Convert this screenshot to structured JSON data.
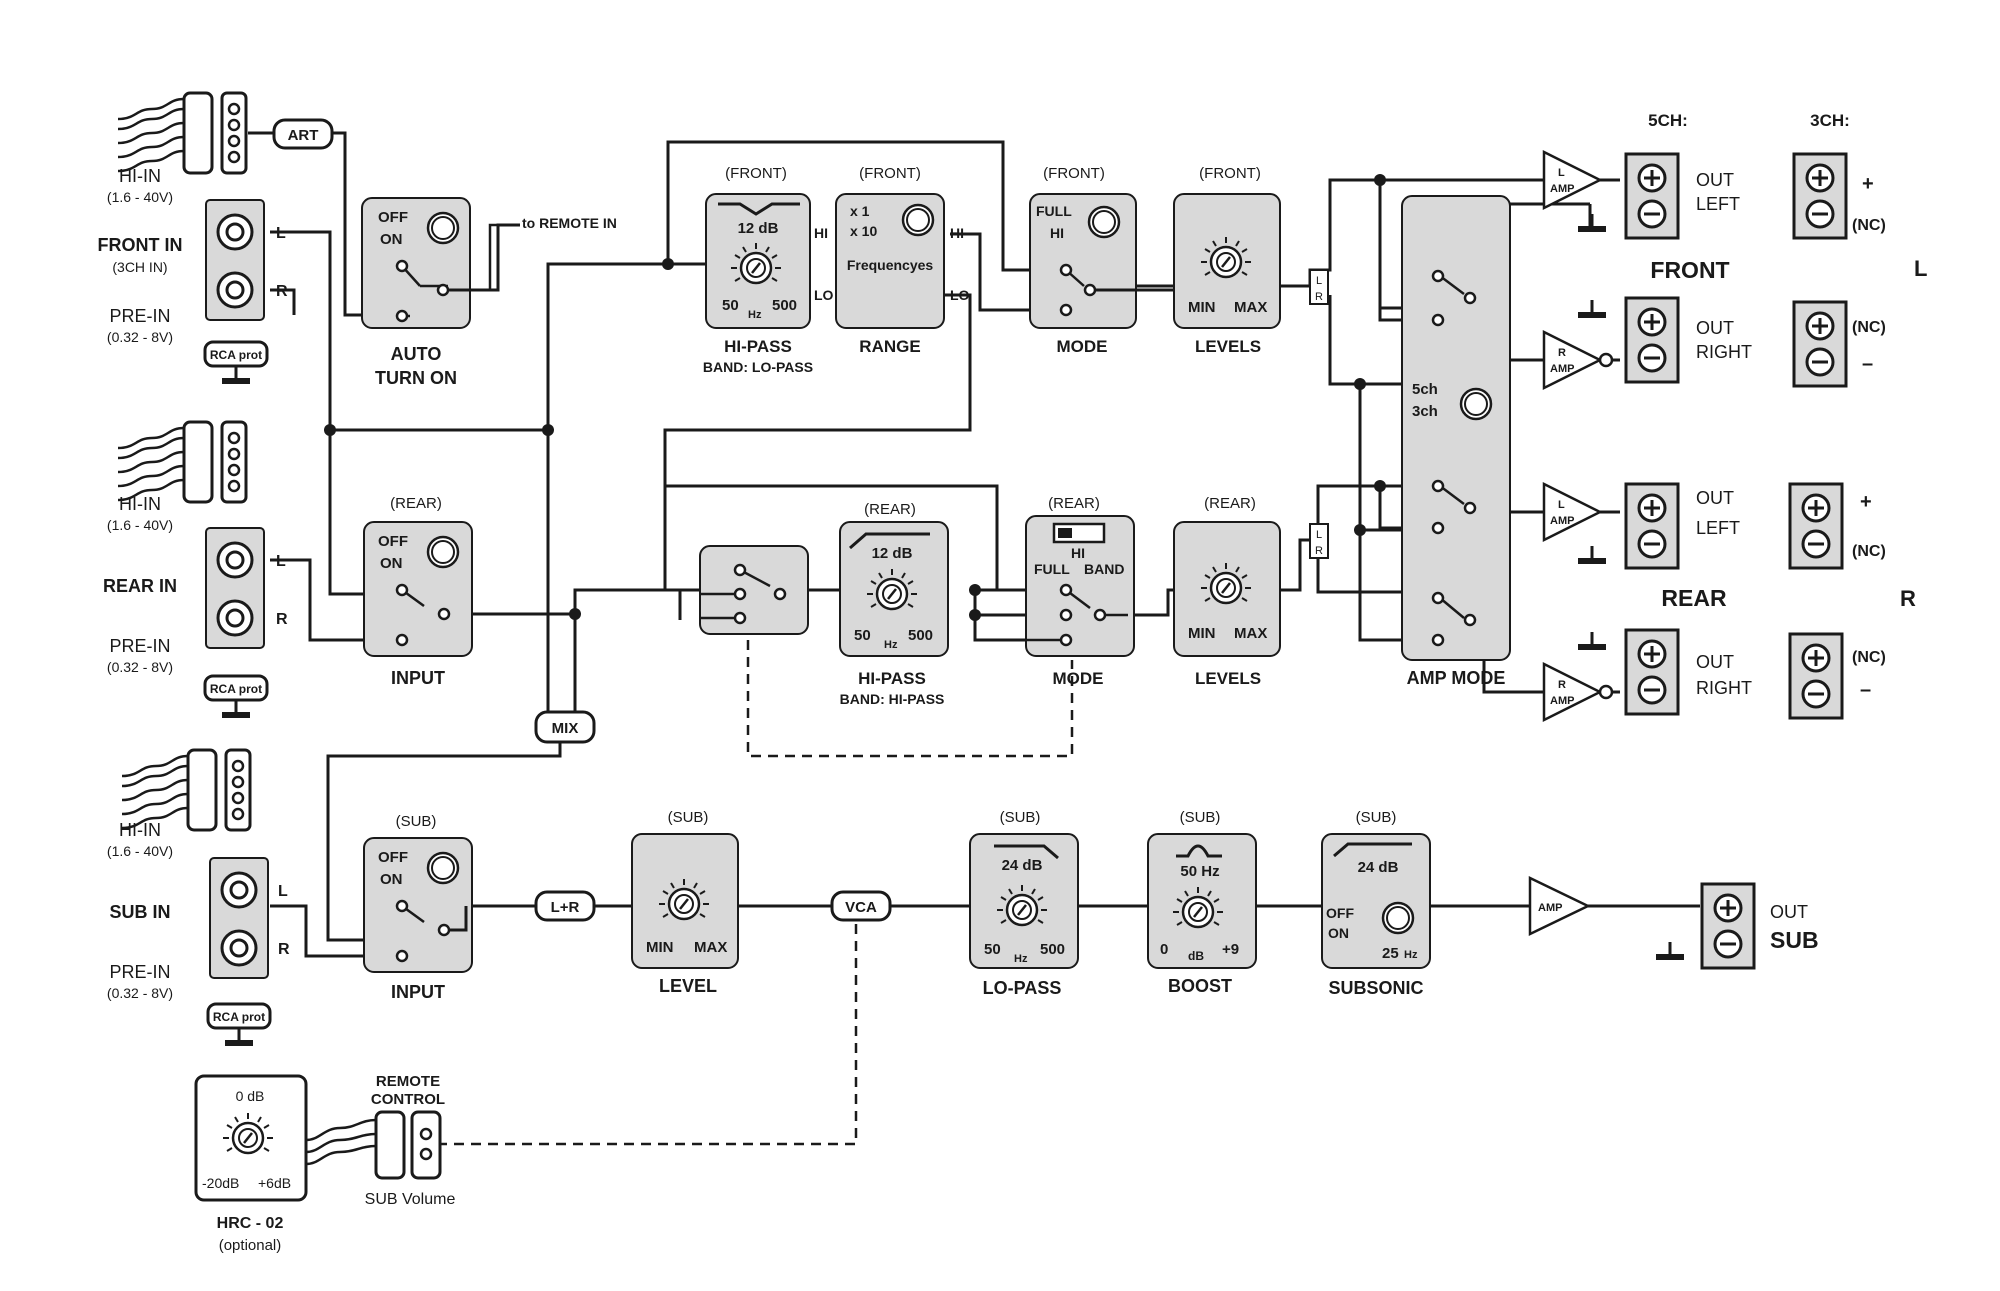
{
  "inputs": {
    "hi_in": "HI-IN",
    "hi_range": "(1.6 - 40V)",
    "pre_in": "PRE-IN",
    "pre_range": "(0.32 - 8V)",
    "rca_prot": "RCA prot",
    "left": "L",
    "right": "R",
    "front_in": "FRONT IN",
    "front_in_sub": "(3CH IN)",
    "rear_in": "REAR IN",
    "sub_in": "SUB IN"
  },
  "front": {
    "art": "ART",
    "to_remote_in": "to REMOTE IN",
    "auto_off": "OFF",
    "auto_on": "ON",
    "auto_turn_on_1": "AUTO",
    "auto_turn_on_2": "TURN ON",
    "tag": "(FRONT)",
    "hipass_db": "12 dB",
    "hz_low": "50",
    "hz_unit": "Hz",
    "hz_high": "500",
    "hipass_label": "HI-PASS",
    "hipass_band": "BAND: LO-PASS",
    "hi": "HI",
    "lo": "LO",
    "range_x1": "x 1",
    "range_x10": "x 10",
    "range_freq": "Frequencyes",
    "range_label": "RANGE",
    "mode_full": "FULL",
    "mode_hi": "HI",
    "mode_label": "MODE",
    "min": "MIN",
    "max": "MAX",
    "levels_label": "LEVELS"
  },
  "rear": {
    "tag": "(REAR)",
    "off": "OFF",
    "on": "ON",
    "input_label": "INPUT",
    "hipass_db": "12 dB",
    "hz_low": "50",
    "hz_unit": "Hz",
    "hz_high": "500",
    "hipass_label": "HI-PASS",
    "hipass_band": "BAND: HI-PASS",
    "mode_hi": "HI",
    "mode_full": "FULL",
    "mode_band": "BAND",
    "mode_label": "MODE",
    "min": "MIN",
    "max": "MAX",
    "levels_label": "LEVELS",
    "mix": "MIX"
  },
  "amp": {
    "lr_l": "L",
    "lr_r": "R",
    "ch5": "5ch",
    "ch3": "3ch",
    "amp_mode_label": "AMP MODE",
    "amp": "AMP",
    "amp_l": "L",
    "amp_r": "R",
    "col_5ch": "5CH:",
    "col_3ch": "3CH:",
    "out": "OUT",
    "left": "LEFT",
    "right": "RIGHT",
    "front": "FRONT",
    "rear": "REAR",
    "plus": "+",
    "minus": "–",
    "nc": "(NC)",
    "side_l": "L",
    "side_r": "R"
  },
  "sub": {
    "tag": "(SUB)",
    "off": "OFF",
    "on": "ON",
    "input_label": "INPUT",
    "lr": "L+R",
    "min": "MIN",
    "max": "MAX",
    "level_label": "LEVEL",
    "vca": "VCA",
    "lopass_db": "24 dB",
    "hz_low": "50",
    "hz_unit": "Hz",
    "hz_high": "500",
    "lopass_label": "LO-PASS",
    "boost_hz": "50 Hz",
    "boost_0": "0",
    "boost_db": "dB",
    "boost_max": "+9",
    "boost_label": "BOOST",
    "subsonic_db": "24 dB",
    "subsonic_off": "OFF",
    "subsonic_on": "ON",
    "subsonic_hz": "25",
    "subsonic_label": "SUBSONIC",
    "amp": "AMP",
    "out": "OUT",
    "out_sub": "SUB"
  },
  "remote": {
    "zero_db": "0 dB",
    "min": "-20dB",
    "max": "+6dB",
    "model": "HRC - 02",
    "optional": "(optional)",
    "remote_1": "REMOTE",
    "remote_2": "CONTROL",
    "sub_volume": "SUB Volume"
  }
}
